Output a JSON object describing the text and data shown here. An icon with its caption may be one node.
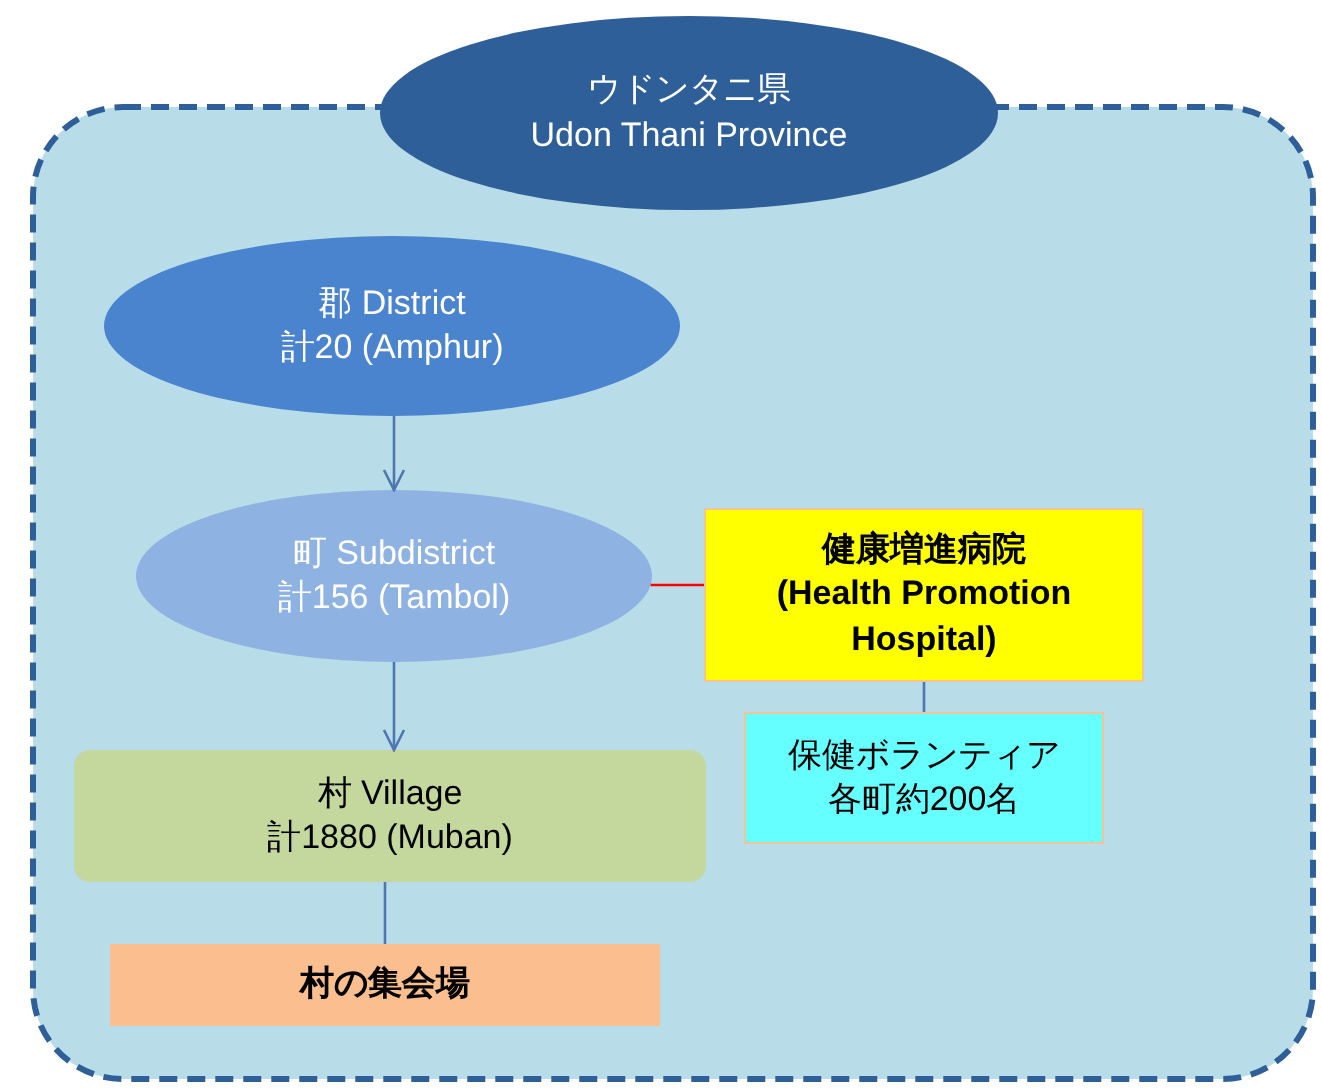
{
  "diagram": {
    "nodes": [
      {
        "text": [],
        "shape": "box"
      },
      {
        "text": [
          "ウドンタニ県",
          "Udon Thani Province"
        ]
      },
      {
        "text": [
          "郡 District",
          "計20 (Amphur)"
        ],
        "in": 0
      },
      {
        "text": [
          "町 Subdistrict",
          "計156 (Tambol)"
        ],
        "in": 0
      },
      {
        "text": [
          "健康増進病院",
          "(Health Promotion Hospital)"
        ],
        "in": 0
      },
      {
        "text": [
          "保健ボランティア",
          "各町約200名"
        ],
        "in": 0
      },
      {
        "text": [
          "村 Village",
          "計1880 (Muban)"
        ],
        "in": 0
      },
      {
        "text": [
          "村の集会場"
        ],
        "in": 0
      }
    ],
    "edges": [
      {
        "from": 2,
        "to": 3,
        "arrow": "to"
      },
      {
        "from": 3,
        "to": 4,
        "arrow": "none",
        "color": "#ff0000"
      },
      {
        "from": 4,
        "to": 5,
        "arrow": "none"
      },
      {
        "from": 3,
        "to": 6,
        "arrow": "to"
      },
      {
        "from": 6,
        "to": 7,
        "arrow": "none"
      }
    ]
  }
}
